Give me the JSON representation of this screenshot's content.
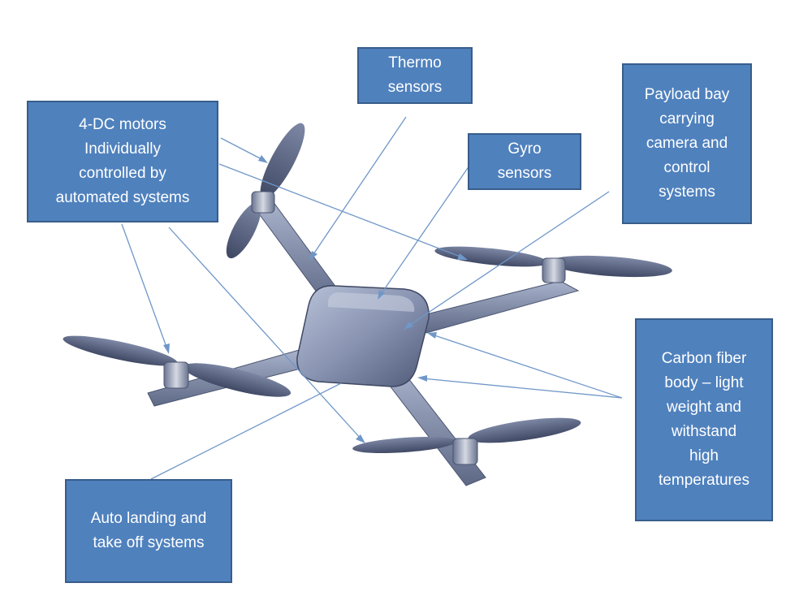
{
  "callouts": {
    "motors": [
      "4-DC motors",
      "Individually",
      "controlled by",
      "automated systems"
    ],
    "thermo": [
      "Thermo",
      "sensors"
    ],
    "gyro": [
      "Gyro",
      "sensors"
    ],
    "payload": [
      "Payload bay",
      "carrying",
      "camera and",
      "control",
      "systems"
    ],
    "carbon": [
      "Carbon fiber",
      "body – light",
      "weight and",
      "withstand",
      "high",
      "temperatures"
    ],
    "landing": [
      "Auto landing and",
      "take off systems"
    ]
  },
  "colors": {
    "box_fill": "#4f81bd",
    "box_border": "#385d8a",
    "box_text": "#ffffff",
    "leader_line": "#6f97c8",
    "drone_body": "#8f9bb8",
    "drone_dark": "#5c6784"
  }
}
